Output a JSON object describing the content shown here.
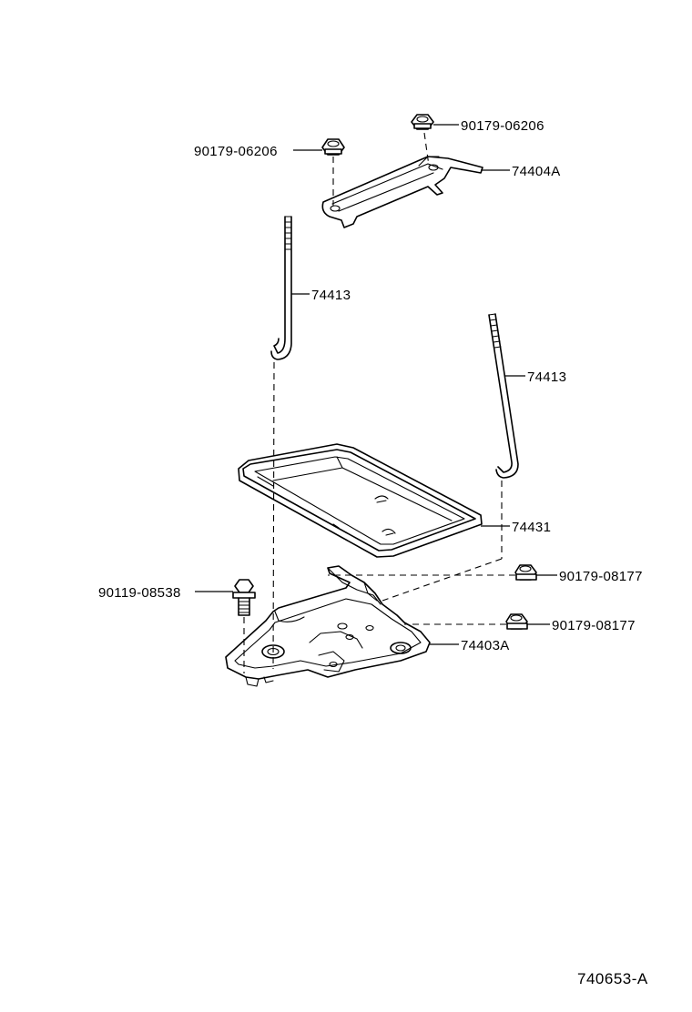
{
  "labels": {
    "nut_top_right": "90179-06206",
    "nut_top_left": "90179-06206",
    "clamp": "74404A",
    "rod_left": "74413",
    "rod_right": "74413",
    "tray": "74431",
    "bolt": "90119-08538",
    "nut_mid": "90179-08177",
    "nut_lower": "90179-08177",
    "carrier": "74403A"
  },
  "reference_code": "740653-A"
}
